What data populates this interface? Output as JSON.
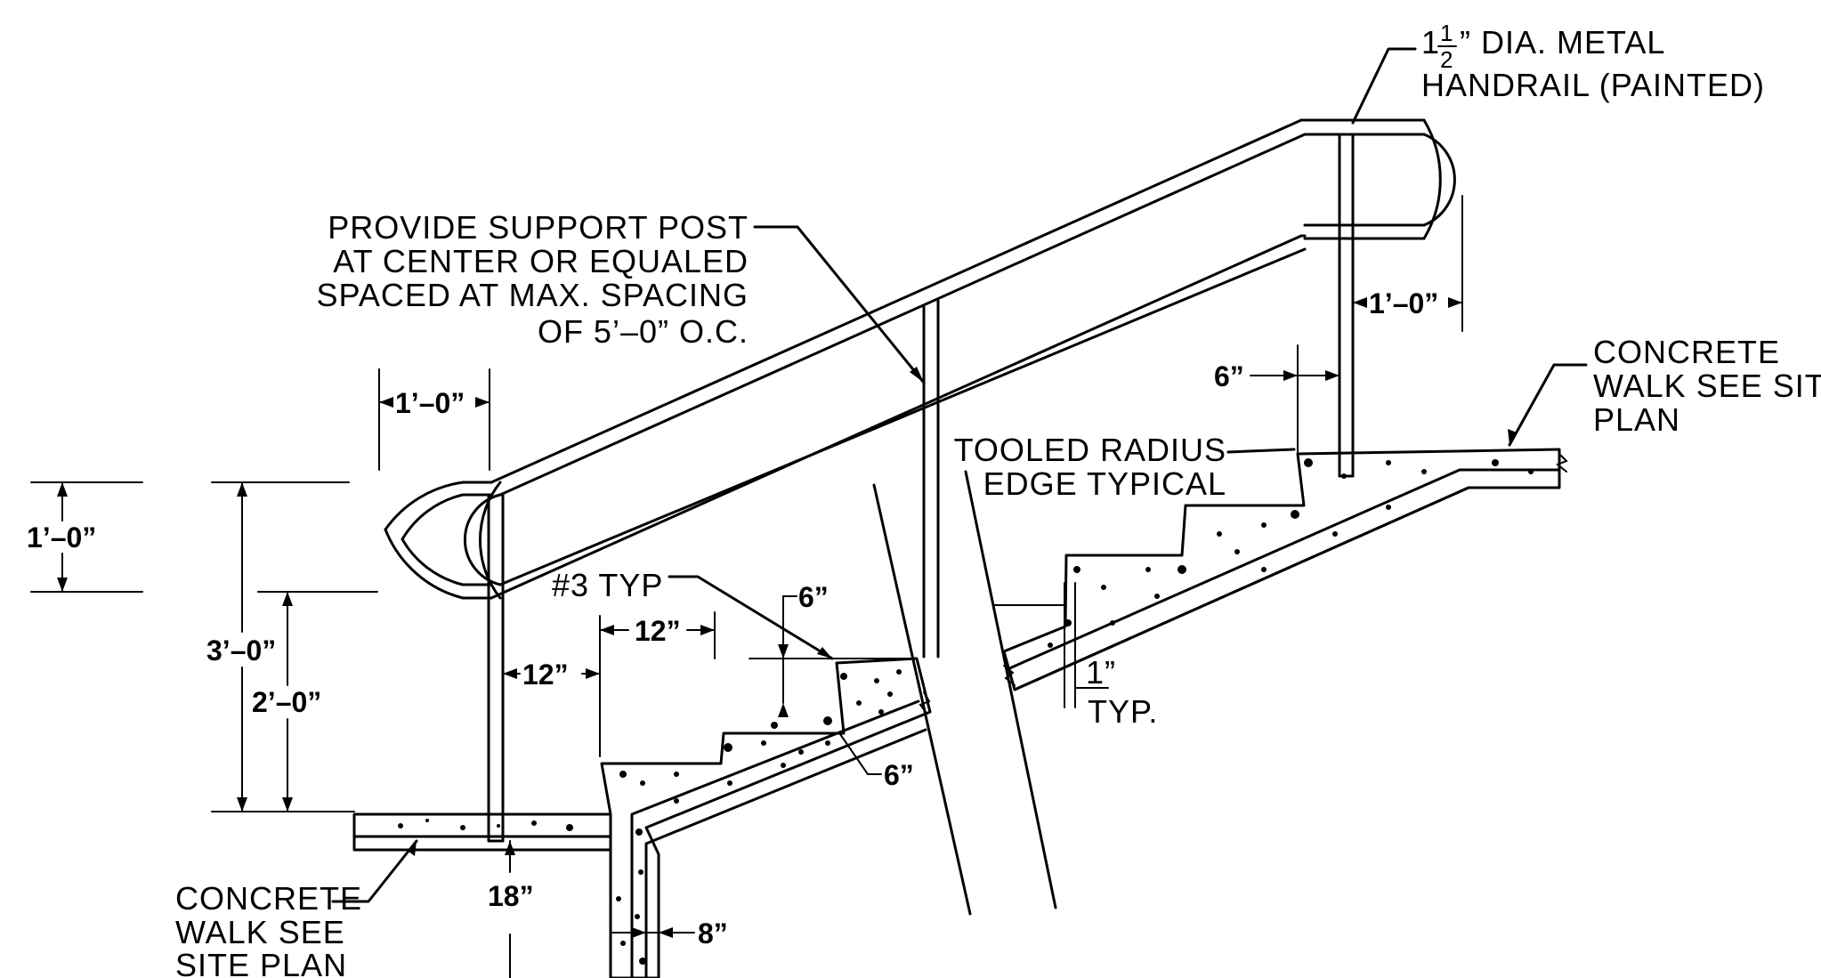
{
  "notes": {
    "handrail_dia_whole": "1",
    "handrail_dia_num": "1",
    "handrail_dia_den": "2",
    "handrail_line1_rest": "” DIA.  METAL",
    "handrail_line2": "HANDRAIL  (PAINTED)",
    "support_post": [
      "PROVIDE  SUPPORT  POST",
      "AT  CENTER  OR  EQUALED",
      "SPACED  AT  MAX.  SPACING",
      "OF  5’–0”  O.C."
    ],
    "tooled_radius": [
      "TOOLED  RADIUS",
      "EDGE  TYPICAL"
    ],
    "concrete_walk_right": [
      "CONCRETE",
      "WALK  SEE  SITE",
      "PLAN"
    ],
    "concrete_walk_left": [
      "CONCRETE",
      "WALK  SEE",
      "SITE  PLAN"
    ],
    "bar_typ": "#3  TYP",
    "one_inch": "1”",
    "typ": "TYP."
  },
  "dimensions": {
    "rail_extension_top": "1’–0”",
    "rail_extension_bottom": "1’–0”",
    "rail_loop_height": "1’–0”",
    "rail_height": "3’–0”",
    "mid_rail_height": "2’–0”",
    "post_offset": "12”",
    "tread": "12”",
    "riser": "6”",
    "slab_thickness": "6”",
    "post_setback_top": "6”",
    "footing_depth": "18”",
    "wall_thickness": "8”"
  }
}
